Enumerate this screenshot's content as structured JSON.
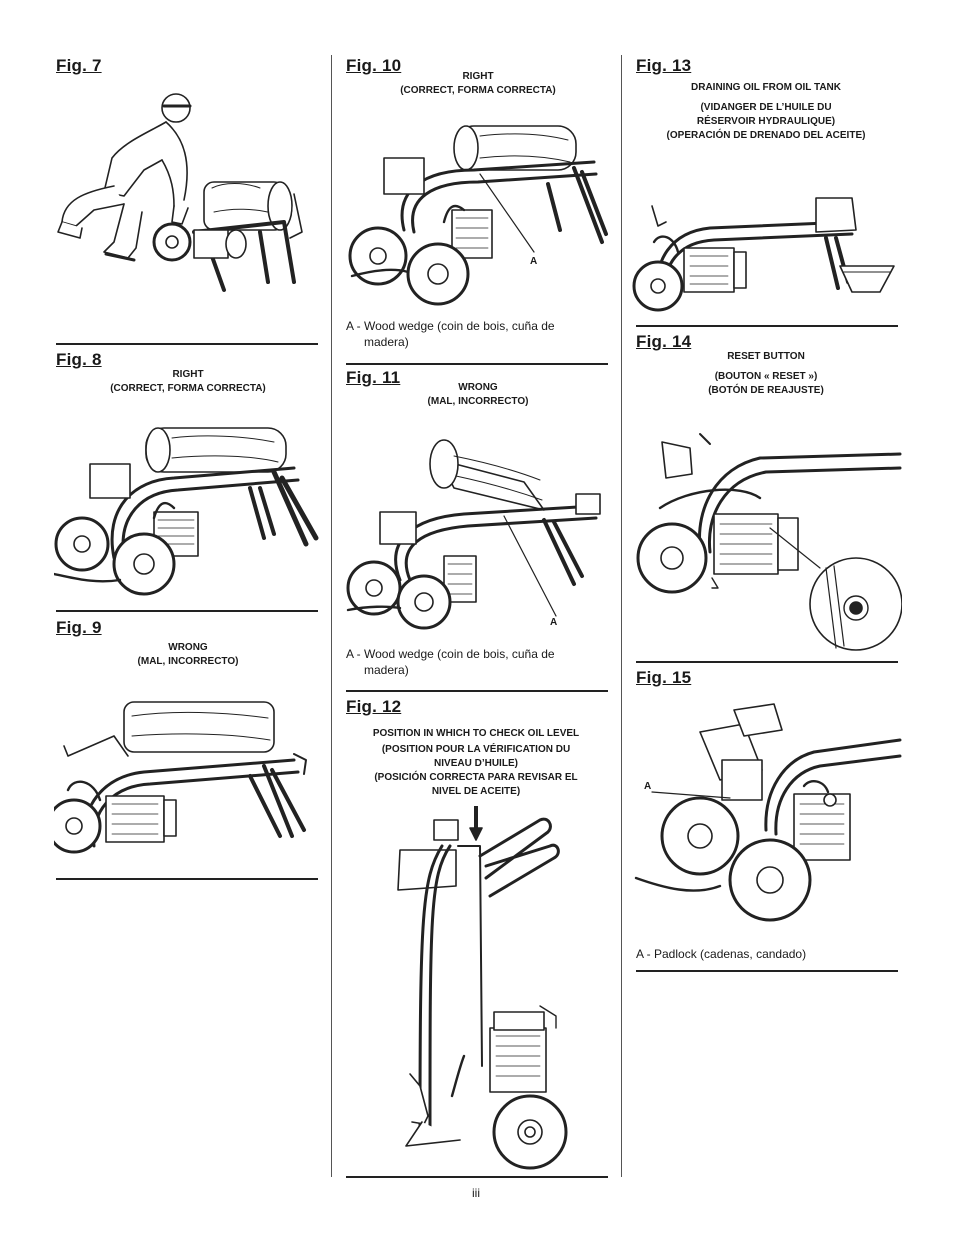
{
  "page_number": "iii",
  "figures": {
    "fig7": {
      "label": "Fig. 7"
    },
    "fig8": {
      "label": "Fig. 8",
      "captions": [
        "RIGHT",
        "(CORRECT, FORMA CORRECTA)"
      ]
    },
    "fig9": {
      "label": "Fig. 9",
      "captions": [
        "WRONG",
        "(MAL, INCORRECTO)"
      ]
    },
    "fig10": {
      "label": "Fig. 10",
      "captions": [
        "RIGHT",
        "(CORRECT, FORMA CORRECTA)"
      ],
      "callout": "A",
      "note_line1": "A - Wood wedge (coin de bois, cuña de",
      "note_line2": "madera)"
    },
    "fig11": {
      "label": "Fig. 11",
      "captions": [
        "WRONG",
        "(MAL, INCORRECTO)"
      ],
      "callout": "A",
      "note_line1": "A - Wood wedge (coin de bois, cuña de",
      "note_line2": "madera)"
    },
    "fig12": {
      "label": "Fig. 12",
      "captions": [
        "POSITION IN WHICH TO CHECK OIL LEVEL",
        "(POSITION POUR LA VÉRIFICATION DU",
        "NIVEAU D’HUILE)",
        "(POSICIÓN CORRECTA PARA REVISAR EL",
        "NIVEL DE ACEITE)"
      ]
    },
    "fig13": {
      "label": "Fig. 13",
      "captions": [
        "DRAINING OIL FROM OIL TANK",
        "(VIDANGER DE L’HUILE DU",
        "RÉSERVOIR HYDRAULIQUE)",
        "(OPERACIÓN DE DRENADO DEL ACEITE)"
      ]
    },
    "fig14": {
      "label": "Fig. 14",
      "captions": [
        "RESET BUTTON",
        "(BOUTON « RESET »)",
        "(BOTÓN DE REAJUSTE)"
      ]
    },
    "fig15": {
      "label": "Fig. 15",
      "callout": "A",
      "note": "A - Padlock (cadenas, candado)"
    }
  }
}
